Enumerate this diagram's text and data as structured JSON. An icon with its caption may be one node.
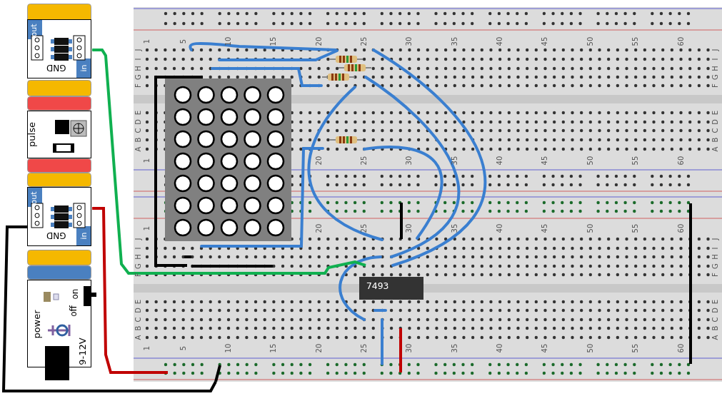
{
  "diagram": {
    "nodes": [
      {
        "text": [
          "out",
          "GND",
          "in"
        ]
      },
      {
        "text": [
          "pulse"
        ]
      },
      {
        "text": [
          "out",
          "GND",
          "in"
        ]
      },
      {
        "text": [
          "power",
          "off",
          "on",
          "9-12V"
        ]
      },
      {
        "text": [],
        "shape": "box"
      },
      {
        "text": [
          "7493"
        ],
        "in": 4
      }
    ],
    "edges": [
      {
        "from": 0,
        "to": 4,
        "arrow": "none",
        "color": "#10b050"
      },
      {
        "from": 2,
        "to": 4,
        "arrow": "none",
        "color": "#c00000"
      },
      {
        "from": 2,
        "to": 4,
        "arrow": "none",
        "color": "#000000"
      }
    ],
    "labels": [
      "1",
      "5",
      "10",
      "15",
      "20",
      "25",
      "30",
      "35",
      "40",
      "45",
      "50",
      "55",
      "60",
      "J",
      "J",
      "I",
      "I",
      "H",
      "H",
      "G",
      "G",
      "F",
      "F",
      "E",
      "E",
      "D",
      "D",
      "C",
      "C",
      "B",
      "B",
      "A",
      "A",
      "1",
      "20",
      "25",
      "30",
      "35",
      "40",
      "45",
      "50",
      "55",
      "60",
      "1",
      "20",
      "25",
      "30",
      "35",
      "40",
      "45",
      "50",
      "55",
      "60",
      "J",
      "J",
      "I",
      "I",
      "H",
      "H",
      "G",
      "G",
      "F",
      "F",
      "E",
      "E",
      "D",
      "D",
      "C",
      "C",
      "B",
      "B",
      "A",
      "A",
      "1",
      "5",
      "10",
      "15",
      "20",
      "25",
      "30",
      "35",
      "40",
      "45",
      "50",
      "55",
      "60"
    ]
  }
}
